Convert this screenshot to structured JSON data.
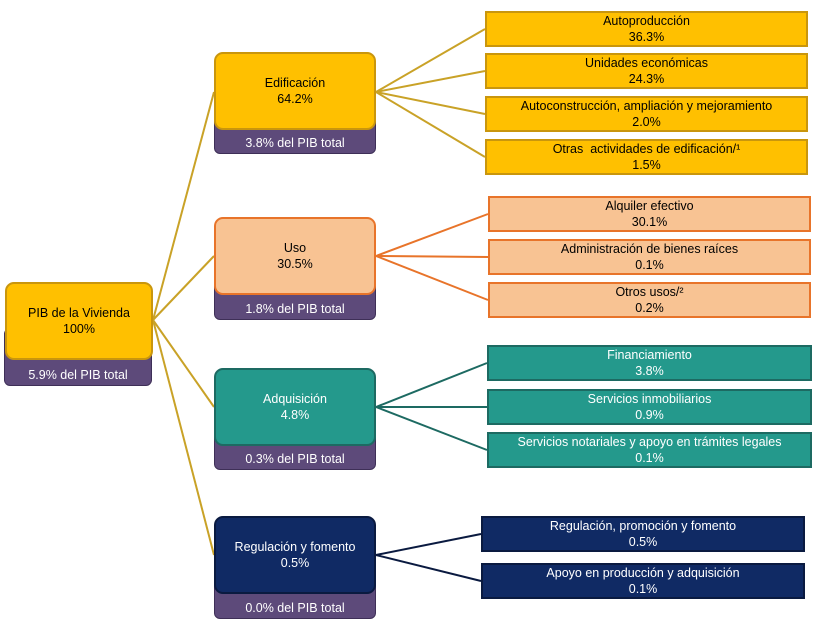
{
  "colors": {
    "edificacion": "#ffc000",
    "uso": "#f8c393",
    "adquisicion": "#24998c",
    "regulacion": "#102a64",
    "share_box": "#5d4a7a"
  },
  "root": {
    "title": "PIB de la Vivienda",
    "value": "100%",
    "share": "5.9% del PIB total"
  },
  "branches": [
    {
      "title": "Edificación",
      "value": "64.2%",
      "share": "3.8% del PIB total",
      "items": [
        {
          "label": "Autoproducción",
          "value": "36.3%"
        },
        {
          "label": "Unidades económicas",
          "value": "24.3%"
        },
        {
          "label": "Autoconstrucción, ampliación y mejoramiento",
          "value": "2.0%"
        },
        {
          "label": "Otras  actividades de edificación/¹",
          "value": "1.5%"
        }
      ]
    },
    {
      "title": "Uso",
      "value": "30.5%",
      "share": "1.8% del PIB total",
      "items": [
        {
          "label": "Alquiler efectivo",
          "value": "30.1%"
        },
        {
          "label": "Administración de bienes raíces",
          "value": "0.1%"
        },
        {
          "label": "Otros usos/²",
          "value": "0.2%"
        }
      ]
    },
    {
      "title": "Adquisición",
      "value": "4.8%",
      "share": "0.3% del PIB total",
      "items": [
        {
          "label": "Financiamiento",
          "value": "3.8%"
        },
        {
          "label": "Servicios inmobiliarios",
          "value": "0.9%"
        },
        {
          "label": "Servicios notariales y apoyo en trámites legales",
          "value": "0.1%"
        }
      ]
    },
    {
      "title": "Regulación y fomento",
      "value": "0.5%",
      "share": "0.0% del PIB total",
      "items": [
        {
          "label": "Regulación, promoción y fomento",
          "value": "0.5%"
        },
        {
          "label": "Apoyo en producción y adquisición",
          "value": "0.1%"
        }
      ]
    }
  ]
}
